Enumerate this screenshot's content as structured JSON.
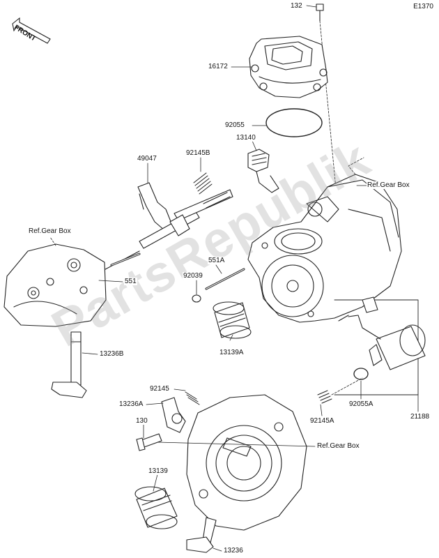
{
  "diagram_code": "E1370",
  "front_label": "FRONT",
  "watermark": "PartsRepublik",
  "labels": {
    "p132": "132",
    "p16172": "16172",
    "p92055": "92055",
    "p13140": "13140",
    "p49047": "49047",
    "p92145B": "92145B",
    "ref_gear_box_right": "Ref.Gear Box",
    "ref_gear_box_left": "Ref.Gear Box",
    "p551A": "551A",
    "p551": "551",
    "p92039": "92039",
    "p13139A": "13139A",
    "p13236B": "13236B",
    "p92145": "92145",
    "p13236A": "13236A",
    "p130": "130",
    "ref_gear_box_bottom": "Ref.Gear Box",
    "p13139": "13139",
    "p13236": "13236",
    "p92145A": "92145A",
    "p92055A": "92055A",
    "p21188": "21188"
  }
}
